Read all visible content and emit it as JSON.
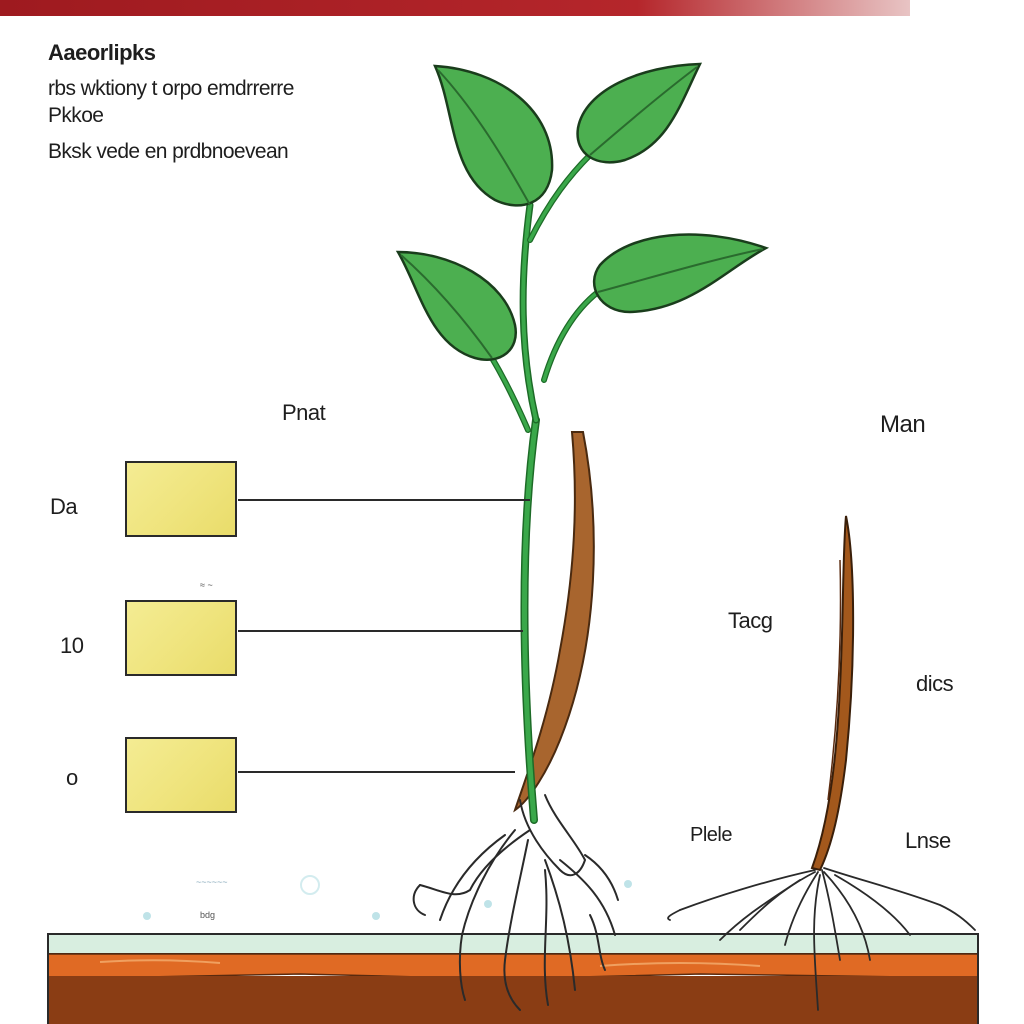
{
  "header": {
    "title": "Aaeorlipks",
    "intro_lines": [
      "rbs wktiony t orpo emdrrerre",
      "Pkkoe",
      "Bksk vede en prdbnoevean"
    ]
  },
  "labels": {
    "plant_left": "Pnat",
    "plant_right": "Man",
    "box_labels": [
      "Da",
      "10",
      "o"
    ],
    "right_labels": [
      "Tacg",
      "dics",
      "Plele",
      "Lnse"
    ],
    "small_notes": [
      "≈ ~",
      "~~~~~~",
      "bdg"
    ]
  },
  "colors": {
    "header_bar": "#9e1a1f",
    "leaf": "#4caf50",
    "stem": "#2e9c3e",
    "taproot_brown": "#a8652e",
    "label_box_fill": "#f0e57f",
    "soil_top": "#d8eee0",
    "soil_orange": "#e06a24",
    "soil_deep": "#8a3d14"
  }
}
